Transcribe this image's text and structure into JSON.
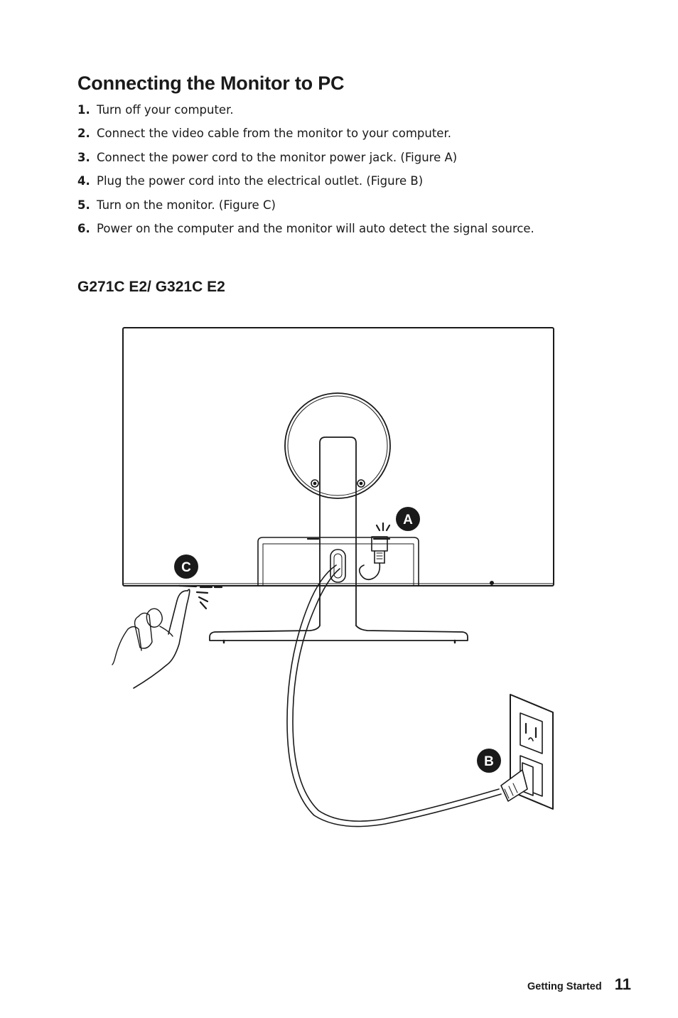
{
  "title": "Connecting the Monitor to PC",
  "steps": [
    {
      "num": "1.",
      "text": "Turn off your computer."
    },
    {
      "num": "2.",
      "text": "Connect the video cable from the monitor to your computer."
    },
    {
      "num": "3.",
      "text": "Connect the power cord to the monitor power jack. (Figure A)"
    },
    {
      "num": "4.",
      "text": "Plug the power cord into the electrical outlet. (Figure B)"
    },
    {
      "num": "5.",
      "text": "Turn on the monitor. (Figure C)"
    },
    {
      "num": "6.",
      "text": "Power on the computer and the monitor will auto detect the signal source."
    }
  ],
  "model": "G271C E2/ G321C E2",
  "figure": {
    "label_a": "A",
    "label_b": "B",
    "label_c": "C"
  },
  "footer": {
    "section": "Getting Started",
    "page": "11"
  }
}
